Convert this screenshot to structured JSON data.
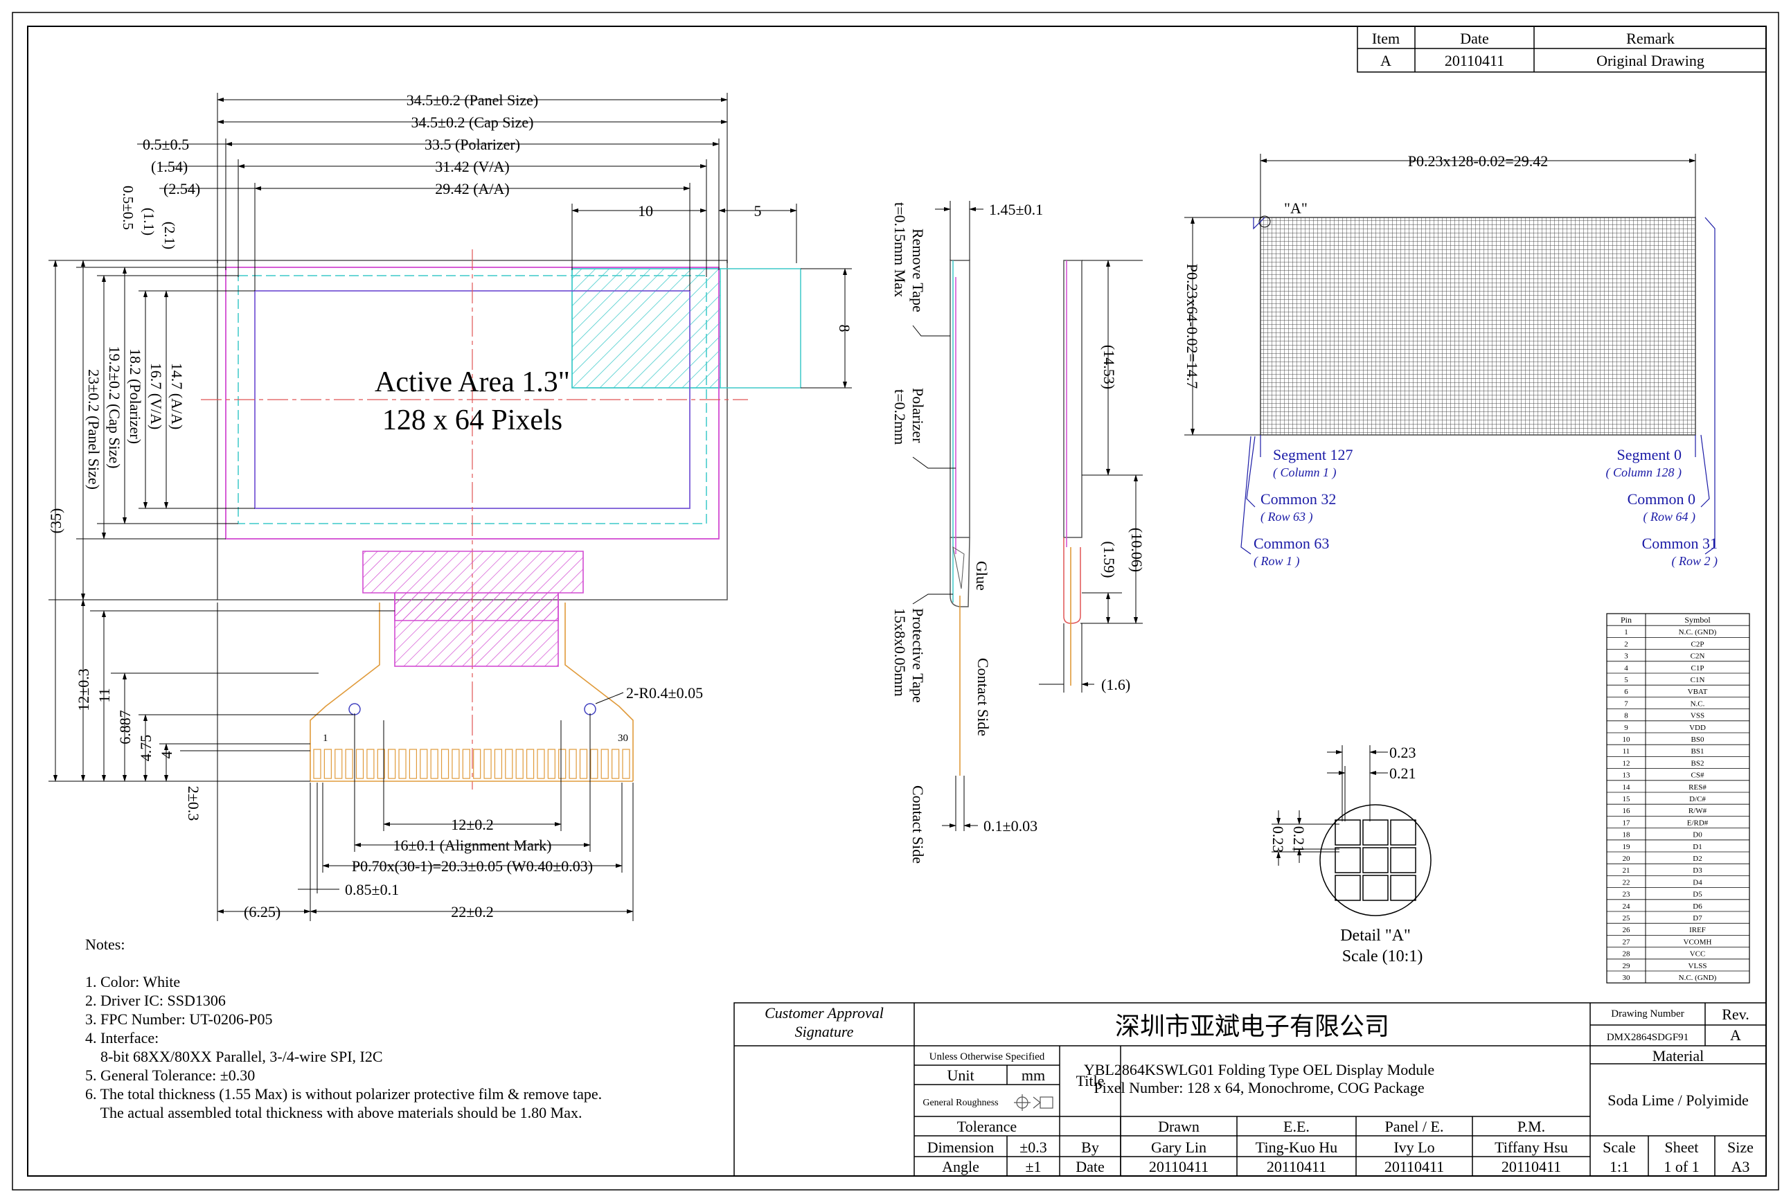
{
  "revision_table": {
    "headers": [
      "Item",
      "Date",
      "Remark"
    ],
    "row": [
      "A",
      "20110411",
      "Original Drawing"
    ]
  },
  "front_view": {
    "panel_size": "34.5±0.2 (Panel Size)",
    "cap_size": "34.5±0.2 (Cap Size)",
    "polarizer_margin": "0.5±0.5",
    "polarizer": "33.5 (Polarizer)",
    "va_offset": "(1.54)",
    "va": "31.42 (V/A)",
    "aa_offset": "(2.54)",
    "aa": "29.42 (A/A)",
    "dim_10": "10",
    "dim_5": "5",
    "dim_8": "8",
    "v_05": "0.5±0.5",
    "v_11": "(1.1)",
    "v_21": "(2.1)",
    "v_aa": "14.7 (A/A)",
    "v_va": "16.7 (V/A)",
    "v_pol": "18.2 (Polarizer)",
    "v_cap": "19.2±0.2 (Cap Size)",
    "v_panel": "23±0.2 (Panel Size)",
    "v_35": "(35)",
    "v_12": "12±0.3",
    "v_11b": "11",
    "v_6887": "6.887",
    "v_475": "4.75",
    "v_4": "4",
    "v_2": "2±0.3",
    "active_area_line1": "Active Area 1.3\"",
    "active_area_line2": "128 x 64 Pixels",
    "radius": "2-R0.4±0.05",
    "pin_first": "1",
    "pin_last": "30",
    "d_12": "12±0.2",
    "d_16": "16±0.1 (Alignment Mark)",
    "d_pitch": "P0.70x(30-1)=20.3±0.05 (W0.40±0.03)",
    "d_085": "0.85±0.1",
    "d_625": "(6.25)",
    "d_22": "22±0.2"
  },
  "side_view": {
    "thick": "1.45±0.1",
    "remove_tape": "Remove Tape",
    "remove_tape_spec": "t=0.15mm Max",
    "polarizer": "Polarizer",
    "polarizer_spec": "t=0.2mm",
    "glue": "Glue",
    "protective_tape": "Protective Tape",
    "protective_tape_spec": "15x8x0.05mm",
    "contact_side_a": "Contact Side",
    "contact_side_b": "Contact Side",
    "fpc_thick": "0.1±0.03",
    "d_1453": "(14.53)",
    "d_1006": "(10.06)",
    "d_159": "(1.59)",
    "d_16": "(1.6)"
  },
  "pixel_view": {
    "width": "P0.23x128-0.02=29.42",
    "height": "P0.23x64-0.02=14.7",
    "detail_mark": "\"A\"",
    "seg127": "Segment 127",
    "col1": "( Column 1 )",
    "seg0": "Segment 0",
    "col128": "( Column 128 )",
    "com32": "Common 32",
    "row63": "( Row 63 )",
    "com0": "Common 0",
    "row64": "( Row 64 )",
    "com63": "Common 63",
    "row1": "( Row 1 )",
    "com31": "Common 31",
    "row2": "( Row 2 )"
  },
  "detail": {
    "p023": "0.23",
    "p021": "0.21",
    "v023": "0.23",
    "v021": "0.21",
    "title": "Detail \"A\"",
    "scale": "Scale (10:1)"
  },
  "pin_table": {
    "headers": [
      "Pin",
      "Symbol"
    ],
    "rows": [
      [
        "1",
        "N.C. (GND)"
      ],
      [
        "2",
        "C2P"
      ],
      [
        "3",
        "C2N"
      ],
      [
        "4",
        "C1P"
      ],
      [
        "5",
        "C1N"
      ],
      [
        "6",
        "VBAT"
      ],
      [
        "7",
        "N.C."
      ],
      [
        "8",
        "VSS"
      ],
      [
        "9",
        "VDD"
      ],
      [
        "10",
        "BS0"
      ],
      [
        "11",
        "BS1"
      ],
      [
        "12",
        "BS2"
      ],
      [
        "13",
        "CS#"
      ],
      [
        "14",
        "RES#"
      ],
      [
        "15",
        "D/C#"
      ],
      [
        "16",
        "R/W#"
      ],
      [
        "17",
        "E/RD#"
      ],
      [
        "18",
        "D0"
      ],
      [
        "19",
        "D1"
      ],
      [
        "20",
        "D2"
      ],
      [
        "21",
        "D3"
      ],
      [
        "22",
        "D4"
      ],
      [
        "23",
        "D5"
      ],
      [
        "24",
        "D6"
      ],
      [
        "25",
        "D7"
      ],
      [
        "26",
        "IREF"
      ],
      [
        "27",
        "VCOMH"
      ],
      [
        "28",
        "VCC"
      ],
      [
        "29",
        "VLSS"
      ],
      [
        "30",
        "N.C. (GND)"
      ]
    ]
  },
  "notes": {
    "title": "Notes:",
    "n1": "1. Color: White",
    "n2": "2. Driver IC: SSD1306",
    "n3": "3. FPC Number: UT-0206-P05",
    "n4": "4. Interface:",
    "n4b": "    8-bit 68XX/80XX Parallel, 3-/4-wire SPI, I2C",
    "n5": "5. General Tolerance: ±0.30",
    "n6": "6. The total thickness (1.55 Max) is without polarizer protective film & remove tape.",
    "n6b": "    The actual assembled total thickness with above materials should be 1.80 Max."
  },
  "title_block": {
    "approval1": "Customer Approval",
    "approval2": "Signature",
    "company": "深圳市亚斌电子有限公司",
    "drawing_number_label": "Drawing Number",
    "drawing_number": "DMX2864SDGF91",
    "rev_label": "Rev.",
    "rev": "A",
    "unless": "Unless Otherwise Specified",
    "unit_label": "Unit",
    "unit": "mm",
    "roughness": "General Roughness",
    "title_label": "Title",
    "title1": "YBL2864KSWLG01 Folding Type OEL Display Module",
    "title2": "Pixel Number: 128 x 64, Monochrome, COG Package",
    "material_label": "Material",
    "material": "Soda Lime / Polyimide",
    "tolerance": "Tolerance",
    "drawn": "Drawn",
    "ee": "E.E.",
    "panel_e": "Panel / E.",
    "pm": "P.M.",
    "dimension": "Dimension",
    "dim_tol": "±0.3",
    "by": "By",
    "gary": "Gary Lin",
    "ting": "Ting-Kuo Hu",
    "ivy": "Ivy Lo",
    "tiffany": "Tiffany Hsu",
    "scale_label": "Scale",
    "sheet_label": "Sheet",
    "size_label": "Size",
    "angle": "Angle",
    "angle_tol": "±1",
    "date_label": "Date",
    "date1": "20110411",
    "date2": "20110411",
    "date3": "20110411",
    "date4": "20110411",
    "scale": "1:1",
    "sheet": "1 of 1",
    "size": "A3"
  }
}
